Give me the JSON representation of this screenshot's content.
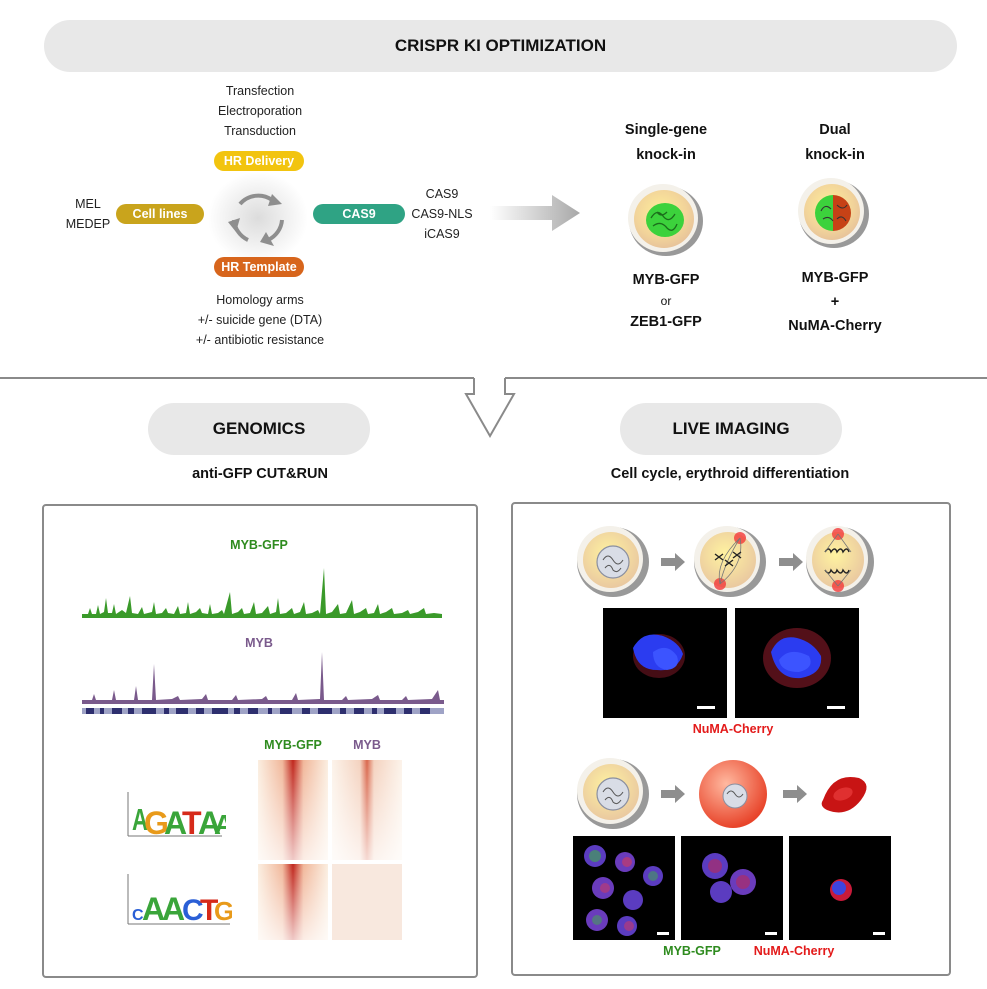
{
  "header": {
    "title": "CRISPR KI OPTIMIZATION"
  },
  "delivery": {
    "methods": [
      "Transfection",
      "Electroporation",
      "Transduction"
    ],
    "label": "HR Delivery"
  },
  "cell_lines": {
    "label": "Cell lines",
    "items": [
      "MEL",
      "MEDEP"
    ]
  },
  "template": {
    "label": "HR Template",
    "items": [
      "Homology arms",
      "+/- suicide gene (DTA)",
      "+/- antibiotic resistance"
    ]
  },
  "cas9": {
    "label": "CAS9",
    "variants": [
      "CAS9",
      "CAS9-NLS",
      "iCAS9"
    ]
  },
  "single": {
    "title1": "Single-gene",
    "title2": "knock-in",
    "line1": "MYB-GFP",
    "or": "or",
    "line2": "ZEB1-GFP"
  },
  "dual": {
    "title1": "Dual",
    "title2": "knock-in",
    "line1": "MYB-GFP",
    "plus": "+",
    "line2": "NuMA-Cherry"
  },
  "genomics": {
    "title": "GENOMICS",
    "subtitle": "anti-GFP CUT&RUN",
    "track1": "MYB-GFP",
    "track2": "MYB",
    "heat1": "MYB-GFP",
    "heat2": "MYB"
  },
  "imaging": {
    "title": "LIVE IMAGING",
    "subtitle": "Cell cycle, erythroid differentiation",
    "label_numa": "NuMA-Cherry",
    "label_gfp": "MYB-GFP",
    "label_cherry": "NuMA-Cherry"
  },
  "colors": {
    "green": "#2e8b1e",
    "purple": "#7a5a8c",
    "red": "#e31a1a",
    "yellow_tag": "#f2c40f",
    "olive_tag": "#c9a41c",
    "orange_tag": "#d7651c",
    "teal_tag": "#2fa384"
  }
}
